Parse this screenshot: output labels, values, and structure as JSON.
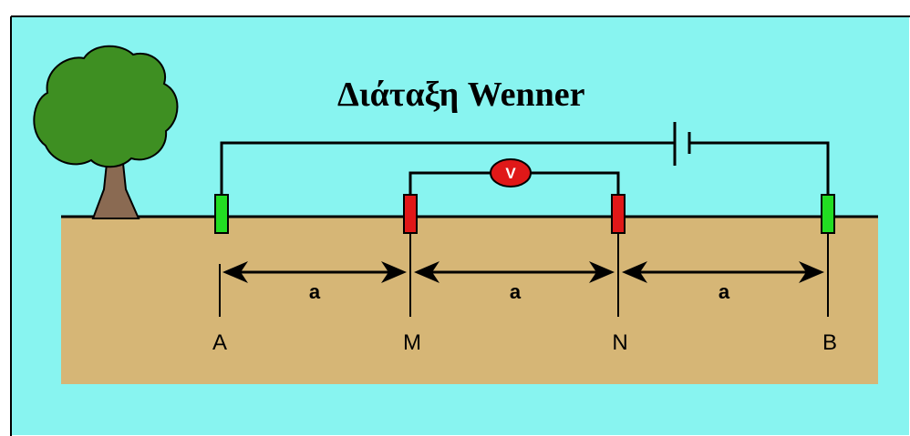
{
  "title": "Διάταξη Wenner",
  "distance_label": "a",
  "voltmeter_label": "V",
  "electrodes": [
    {
      "id": "A",
      "label": "A",
      "role": "current"
    },
    {
      "id": "M",
      "label": "M",
      "role": "potential"
    },
    {
      "id": "N",
      "label": "N",
      "role": "potential"
    },
    {
      "id": "B",
      "label": "B",
      "role": "current"
    }
  ],
  "colors": {
    "sky": "#88f4f0",
    "soil": "#d6b676",
    "current_electrode": "#22dd22",
    "potential_electrode": "#e01818",
    "voltmeter": "#e01818",
    "tree_foliage": "#3e8f22",
    "tree_trunk": "#8a6a52",
    "wire": "#000000"
  }
}
